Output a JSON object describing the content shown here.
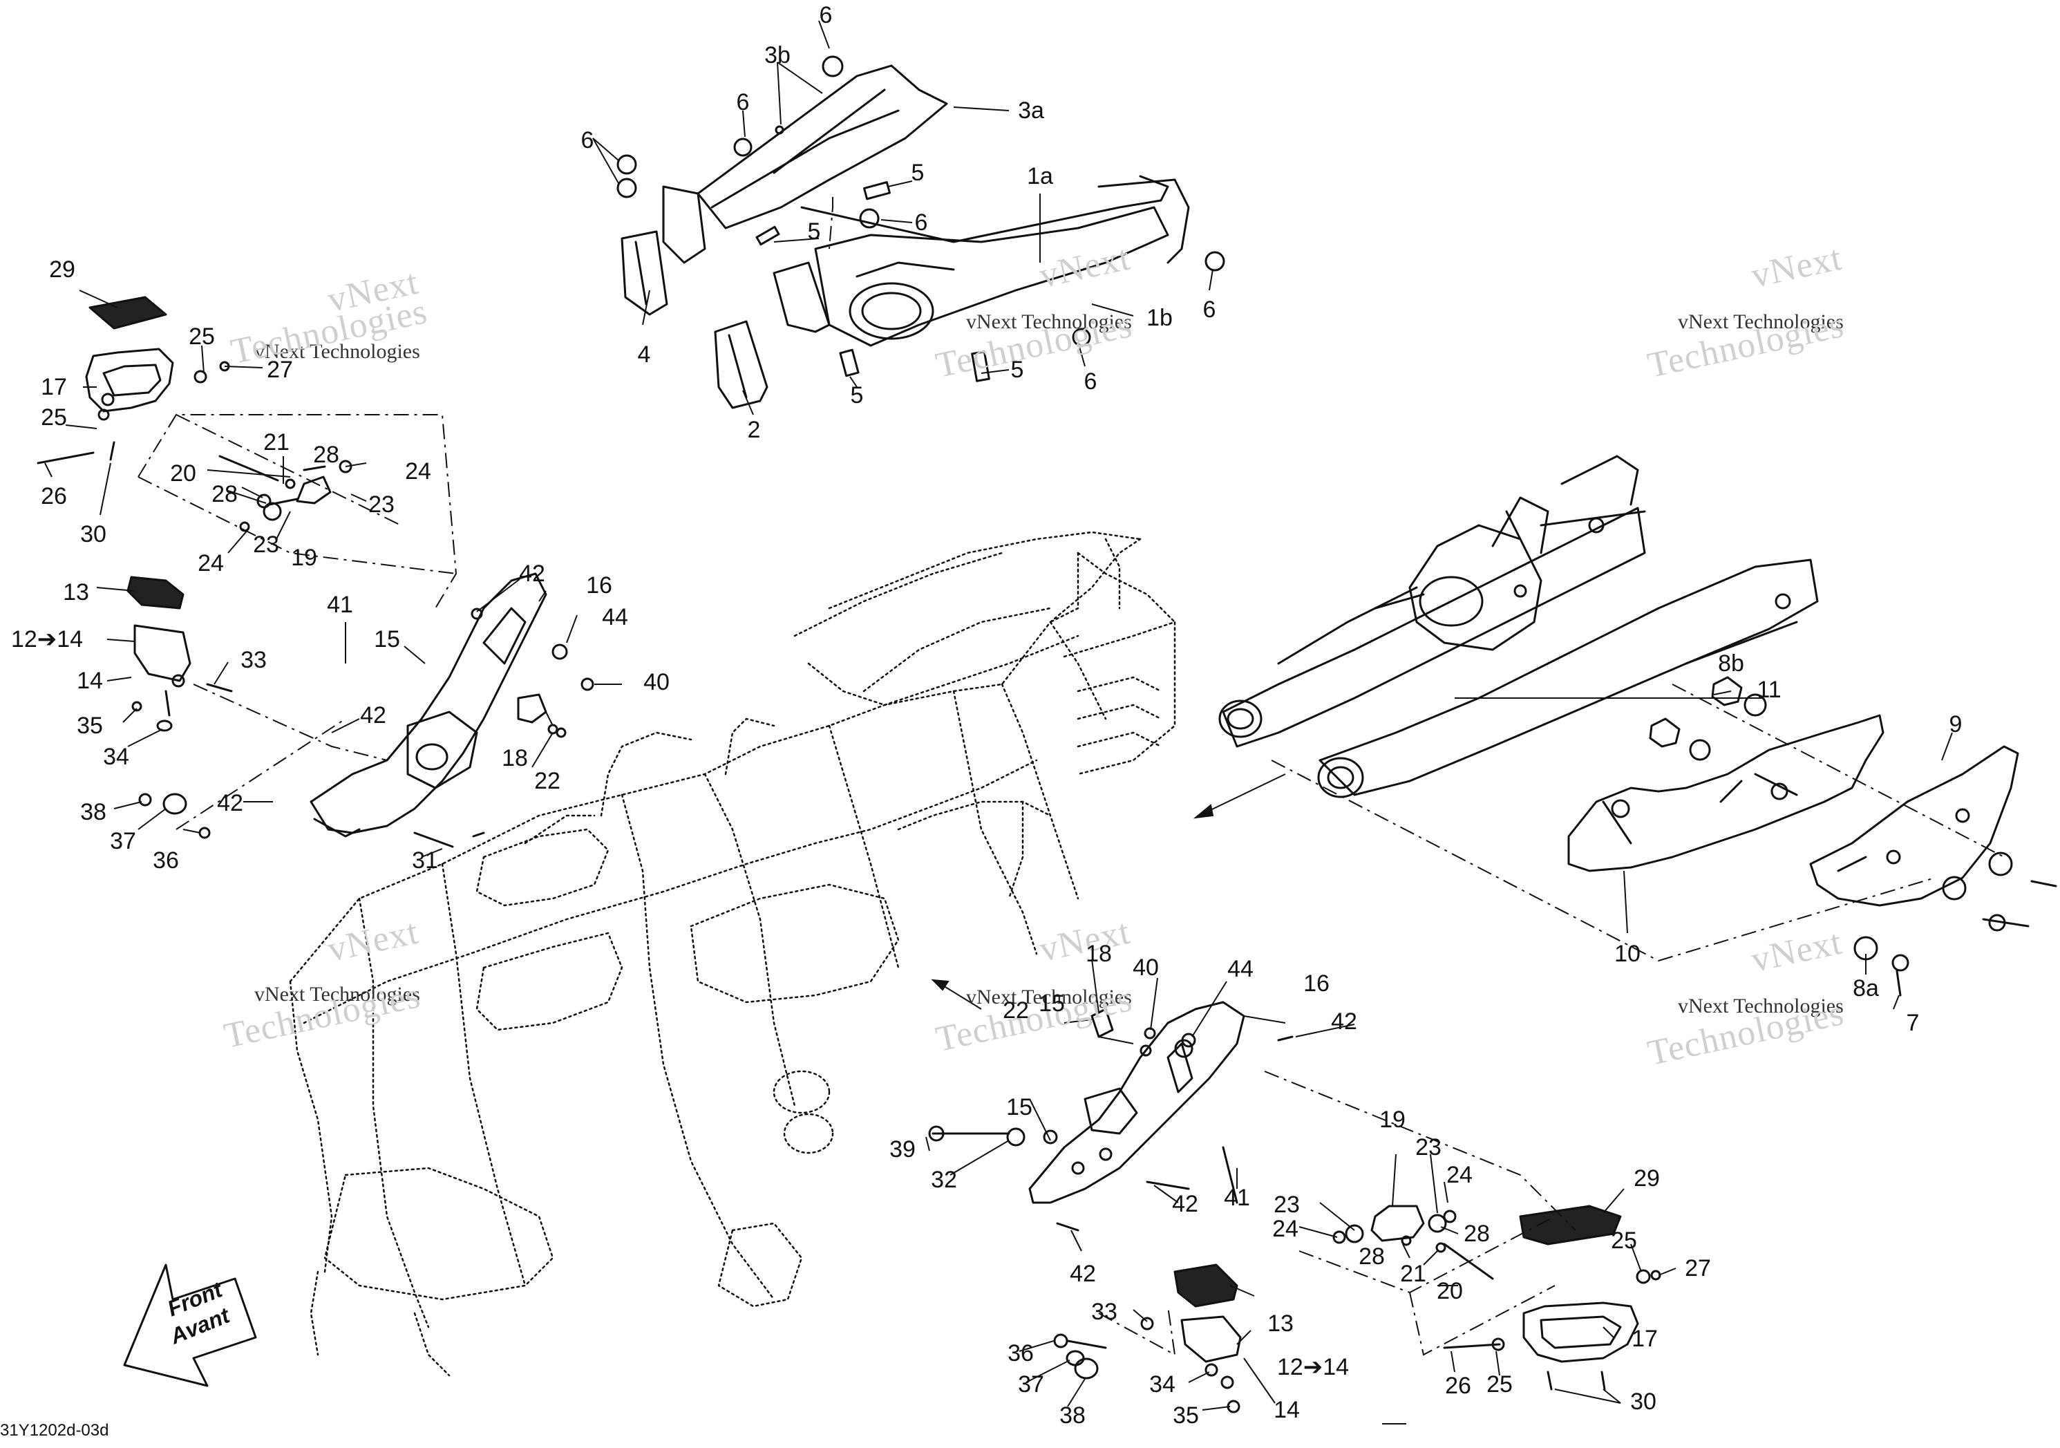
{
  "diagram": {
    "drawing_code": "31Y1202d-03d",
    "front_arrow": {
      "line1": "Front",
      "line2": "Avant"
    },
    "watermark_small": "vNext Technologies",
    "watermark_line1": "vNext",
    "watermark_line2": "Technologies",
    "callouts": [
      {
        "id": "6a",
        "text": "6"
      },
      {
        "id": "3b",
        "text": "3b"
      },
      {
        "id": "6b",
        "text": "6"
      },
      {
        "id": "3a",
        "text": "3a"
      },
      {
        "id": "6c",
        "text": "6"
      },
      {
        "id": "5a",
        "text": "5"
      },
      {
        "id": "1a",
        "text": "1a"
      },
      {
        "id": "6d",
        "text": "6"
      },
      {
        "id": "5b",
        "text": "5"
      },
      {
        "id": "1b",
        "text": "1b"
      },
      {
        "id": "6e",
        "text": "6"
      },
      {
        "id": "4",
        "text": "4"
      },
      {
        "id": "6f",
        "text": "6"
      },
      {
        "id": "5c",
        "text": "5"
      },
      {
        "id": "5d",
        "text": "5"
      },
      {
        "id": "2",
        "text": "2"
      },
      {
        "id": "29a",
        "text": "29"
      },
      {
        "id": "25a",
        "text": "25"
      },
      {
        "id": "27a",
        "text": "27"
      },
      {
        "id": "17a",
        "text": "17"
      },
      {
        "id": "25b",
        "text": "25"
      },
      {
        "id": "26a",
        "text": "26"
      },
      {
        "id": "30a",
        "text": "30"
      },
      {
        "id": "21a",
        "text": "21"
      },
      {
        "id": "28a",
        "text": "28"
      },
      {
        "id": "20a",
        "text": "20"
      },
      {
        "id": "24a",
        "text": "24"
      },
      {
        "id": "28b",
        "text": "28"
      },
      {
        "id": "23a",
        "text": "23"
      },
      {
        "id": "24b",
        "text": "24"
      },
      {
        "id": "23b",
        "text": "23"
      },
      {
        "id": "19a",
        "text": "19"
      },
      {
        "id": "13a",
        "text": "13"
      },
      {
        "id": "12a",
        "text": "12➔14"
      },
      {
        "id": "14a",
        "text": "14"
      },
      {
        "id": "33a",
        "text": "33"
      },
      {
        "id": "35a",
        "text": "35"
      },
      {
        "id": "34a",
        "text": "34"
      },
      {
        "id": "38a",
        "text": "38"
      },
      {
        "id": "37a",
        "text": "37"
      },
      {
        "id": "36a",
        "text": "36"
      },
      {
        "id": "42a",
        "text": "42"
      },
      {
        "id": "16a",
        "text": "16"
      },
      {
        "id": "44a",
        "text": "44"
      },
      {
        "id": "41a",
        "text": "41"
      },
      {
        "id": "15a",
        "text": "15"
      },
      {
        "id": "40a",
        "text": "40"
      },
      {
        "id": "42b",
        "text": "42"
      },
      {
        "id": "18a",
        "text": "18"
      },
      {
        "id": "22a",
        "text": "22"
      },
      {
        "id": "42c",
        "text": "42"
      },
      {
        "id": "31a",
        "text": "31"
      },
      {
        "id": "8b",
        "text": "8b"
      },
      {
        "id": "11",
        "text": "11"
      },
      {
        "id": "9",
        "text": "9"
      },
      {
        "id": "10",
        "text": "10"
      },
      {
        "id": "8a",
        "text": "8a"
      },
      {
        "id": "7",
        "text": "7"
      },
      {
        "id": "18b",
        "text": "18"
      },
      {
        "id": "40b",
        "text": "40"
      },
      {
        "id": "44b",
        "text": "44"
      },
      {
        "id": "16b",
        "text": "16"
      },
      {
        "id": "22b",
        "text": "22"
      },
      {
        "id": "15b",
        "text": "15"
      },
      {
        "id": "42d",
        "text": "42"
      },
      {
        "id": "15c",
        "text": "15"
      },
      {
        "id": "39a",
        "text": "39"
      },
      {
        "id": "32a",
        "text": "32"
      },
      {
        "id": "42e",
        "text": "42"
      },
      {
        "id": "41b",
        "text": "41"
      },
      {
        "id": "42f",
        "text": "42"
      },
      {
        "id": "19b",
        "text": "19"
      },
      {
        "id": "23c",
        "text": "23"
      },
      {
        "id": "24c",
        "text": "24"
      },
      {
        "id": "23d",
        "text": "23"
      },
      {
        "id": "24d",
        "text": "24"
      },
      {
        "id": "28c",
        "text": "28"
      },
      {
        "id": "28d",
        "text": "28"
      },
      {
        "id": "21b",
        "text": "21"
      },
      {
        "id": "20b",
        "text": "20"
      },
      {
        "id": "29b",
        "text": "29"
      },
      {
        "id": "25c",
        "text": "25"
      },
      {
        "id": "27b",
        "text": "27"
      },
      {
        "id": "17b",
        "text": "17"
      },
      {
        "id": "26b",
        "text": "26"
      },
      {
        "id": "25d",
        "text": "25"
      },
      {
        "id": "30b",
        "text": "30"
      },
      {
        "id": "33b",
        "text": "33"
      },
      {
        "id": "13b",
        "text": "13"
      },
      {
        "id": "36b",
        "text": "36"
      },
      {
        "id": "37b",
        "text": "37"
      },
      {
        "id": "12b",
        "text": "12➔14"
      },
      {
        "id": "34b",
        "text": "34"
      },
      {
        "id": "14b",
        "text": "14"
      },
      {
        "id": "38b",
        "text": "38"
      },
      {
        "id": "35b",
        "text": "35"
      }
    ]
  }
}
